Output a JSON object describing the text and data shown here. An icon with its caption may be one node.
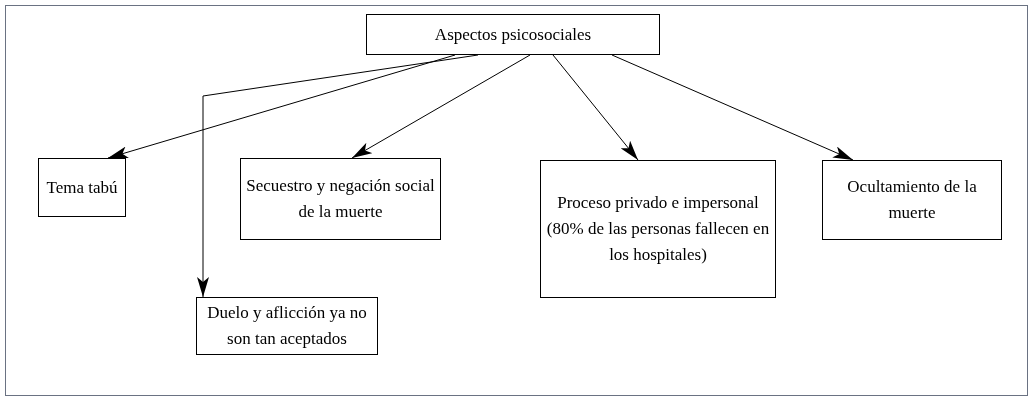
{
  "diagram": {
    "nodes": [
      {
        "text": [
          "Aspectos psicosociales"
        ]
      },
      {
        "text": [
          "Tema tabú"
        ]
      },
      {
        "text": [
          "Duelo y aflicción ya no son tan aceptados"
        ]
      },
      {
        "text": [
          "Secuestro y negación social de la muerte"
        ]
      },
      {
        "text": [
          "Proceso privado e impersonal (80% de las personas fallecen en los hospitales)"
        ]
      },
      {
        "text": [
          "Ocultamiento de la muerte"
        ]
      }
    ],
    "edges": [
      {
        "from": 0,
        "to": 1,
        "arrow": "to"
      },
      {
        "from": 0,
        "to": 2,
        "arrow": "to"
      },
      {
        "from": 0,
        "to": 3,
        "arrow": "to"
      },
      {
        "from": 0,
        "to": 4,
        "arrow": "to"
      },
      {
        "from": 0,
        "to": 5,
        "arrow": "to"
      }
    ]
  }
}
